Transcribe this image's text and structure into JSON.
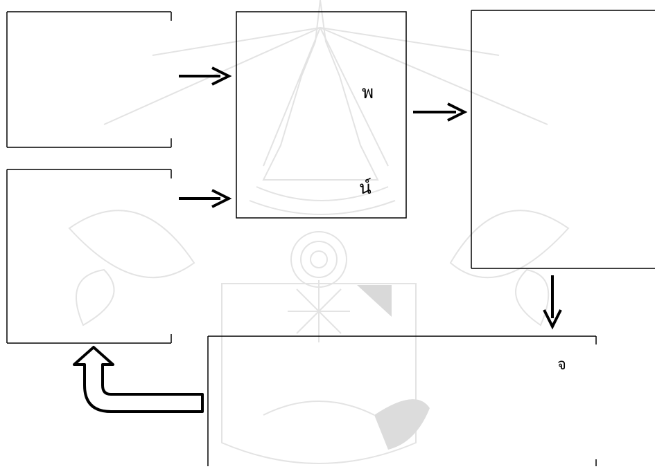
{
  "diagram": {
    "line_color": "#000000",
    "background_color": "#ffffff",
    "watermark_color": "#e6e6e6",
    "watermark": "university-seal-watermark",
    "center_box": {
      "label_top": "พ",
      "label_bottom": "น์"
    },
    "bottom_box": {
      "label": "จ"
    }
  }
}
